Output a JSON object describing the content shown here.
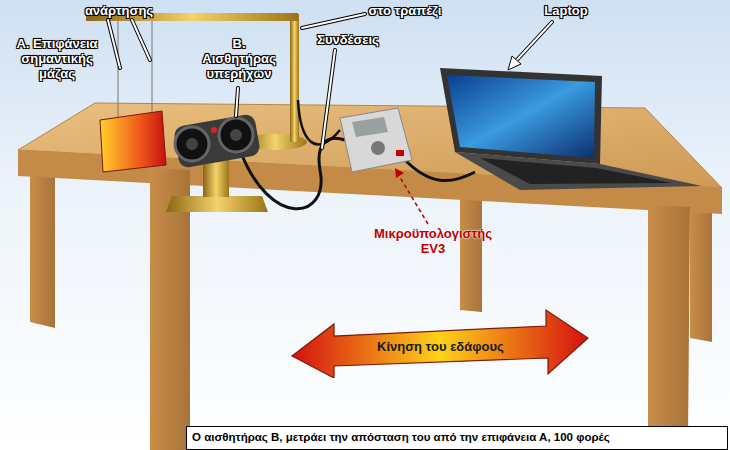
{
  "diagram": {
    "nodes": [
      {
        "text": [
          "Κίνηση του εδάφους"
        ]
      },
      {
        "text": [
          "Ο αισθητήρας Β, μετράει την απόσταση του από την επιφάνεια Α, 100 φορές"
        ]
      }
    ],
    "labels": [
      "ανάρτησης",
      "στο τραπέζι",
      "Laptop",
      "Α. Επιφάνεια σημαντικής μάζας",
      "Β. Αισθητήρας υπερήχων",
      "Συνδέσεις",
      "Μικροϋπολογιστής EV3"
    ]
  }
}
